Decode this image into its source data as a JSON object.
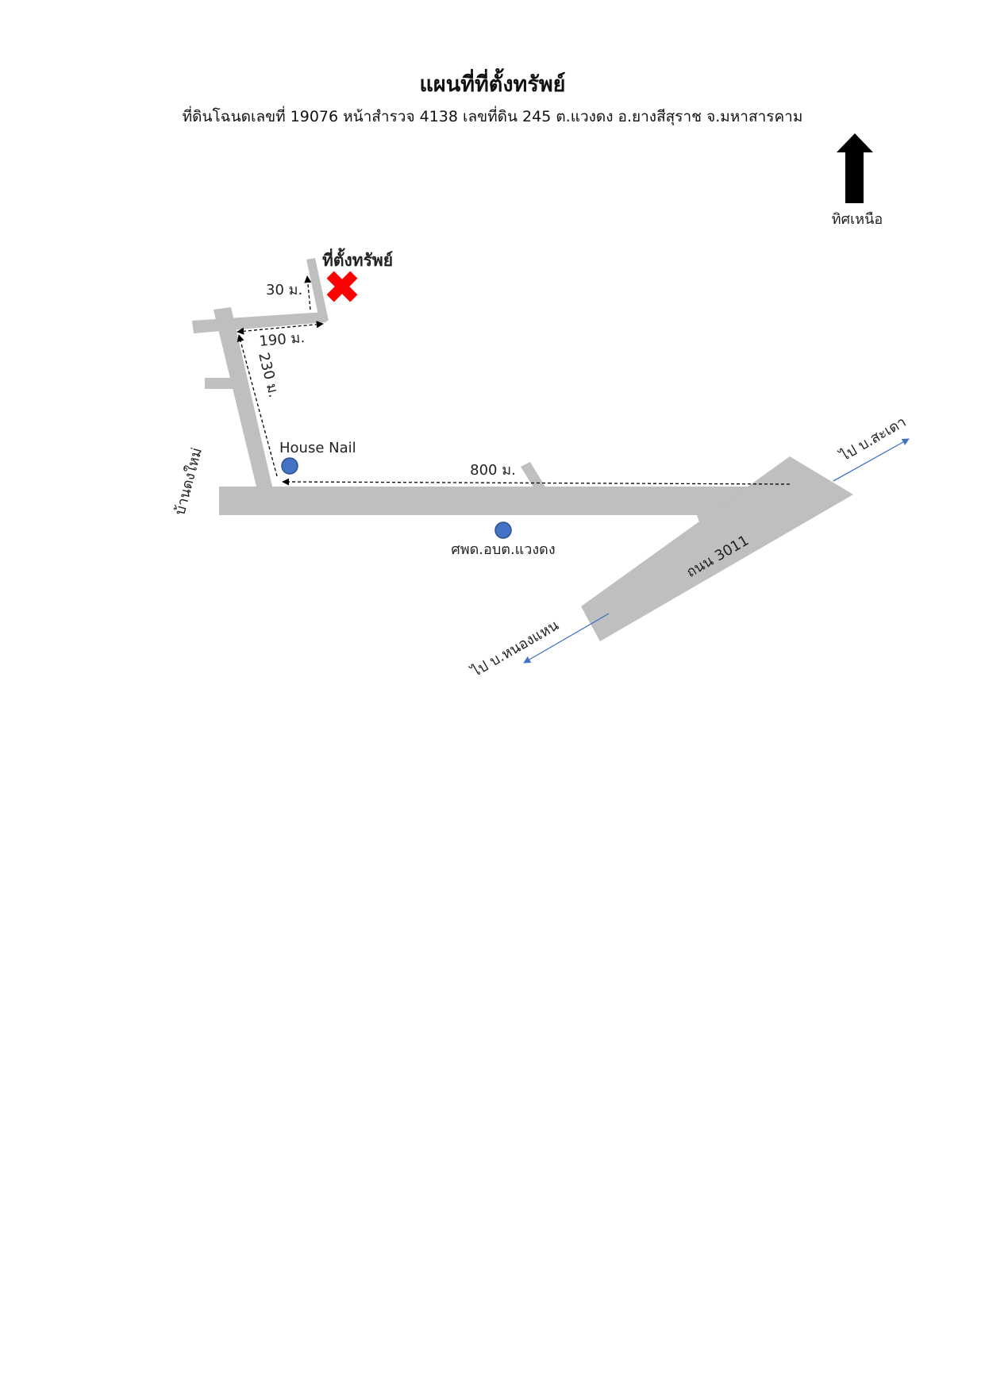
{
  "header": {
    "title": "แผนที่ที่ตั้งทรัพย์",
    "subtitle": "ที่ดินโฉนดเลขที่ 19076 หน้าสำรวจ 4138 เลขที่ดิน 245 ต.แวงดง อ.ยางสีสุราช จ.มหาสารคาม"
  },
  "compass": {
    "label": "ทิศเหนือ",
    "icon": "north-arrow-icon"
  },
  "property": {
    "label": "ที่ตั้งทรัพย์",
    "icon": "red-x-marker-icon",
    "color": "#ff0000"
  },
  "distances": {
    "d30": "30 ม.",
    "d190": "190 ม.",
    "d230": "230 ม.",
    "d800": "800 ม."
  },
  "landmarks": {
    "house_nail": "House Nail",
    "center": "ศพด.อบต.แวงดง",
    "marker_color": "#4472c4"
  },
  "roads": {
    "village": "บ้านดงใหม่",
    "highway": "ถนน 3011",
    "to_sadao": "ไป บ.สะเดา",
    "to_nongwaen": "ไป บ.หนองแหน",
    "road_color": "#bfbfbf"
  }
}
